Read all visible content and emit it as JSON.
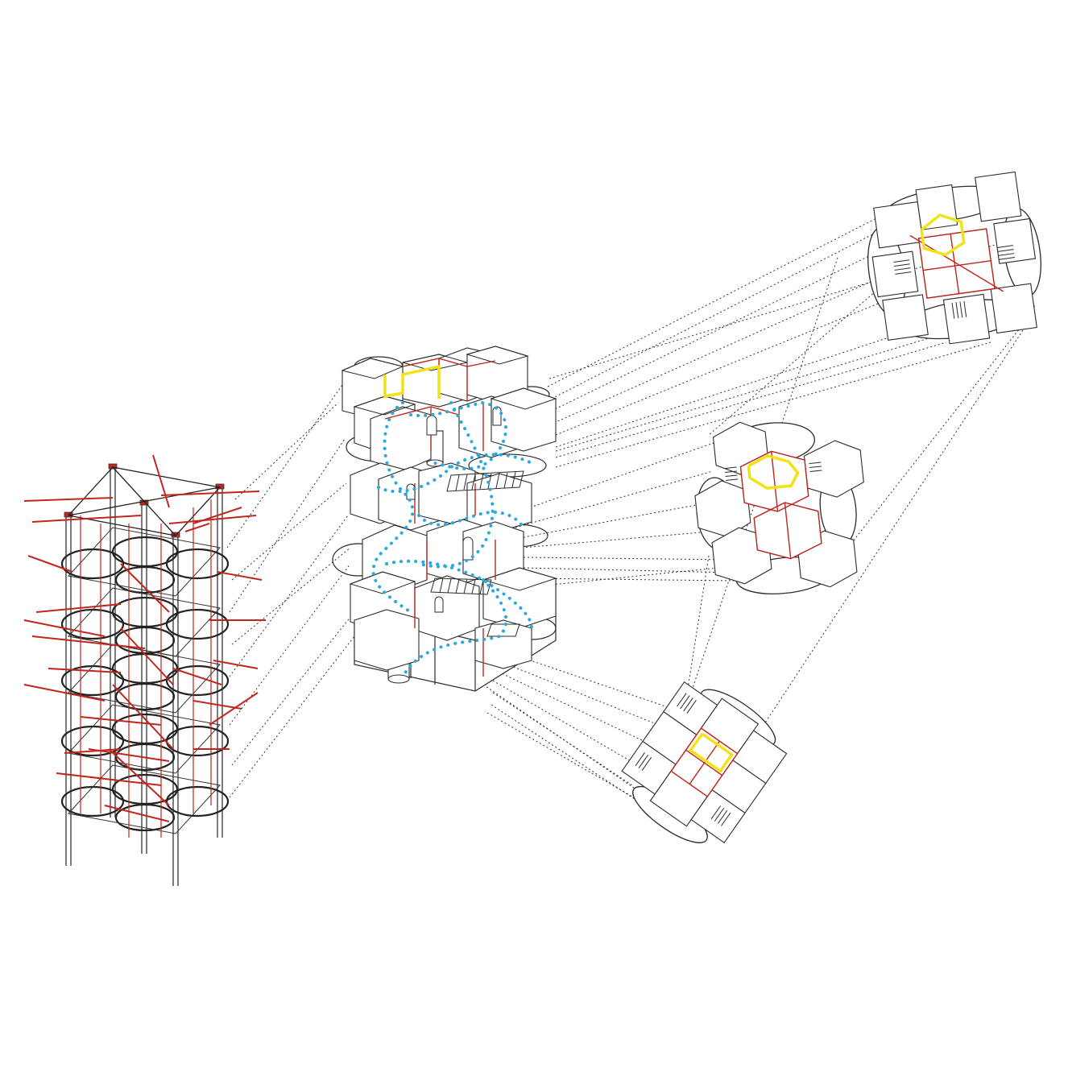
{
  "diagram": {
    "kind": "exploded architectural axonometric",
    "colors": {
      "background": "#ffffff",
      "outline": "#2b2b2b",
      "structure": "#c0261e",
      "circulation": "#2aa9dd",
      "highlight": "#f2e21a",
      "projection": "#333333"
    },
    "components": [
      {
        "id": "structural-frame",
        "icon": "scaffold-tower"
      },
      {
        "id": "stacked-tower",
        "icon": "modular-building"
      },
      {
        "id": "plan-upper",
        "icon": "floor-plan"
      },
      {
        "id": "plan-middle",
        "icon": "floor-plan"
      },
      {
        "id": "plan-lower",
        "icon": "floor-plan"
      }
    ]
  }
}
